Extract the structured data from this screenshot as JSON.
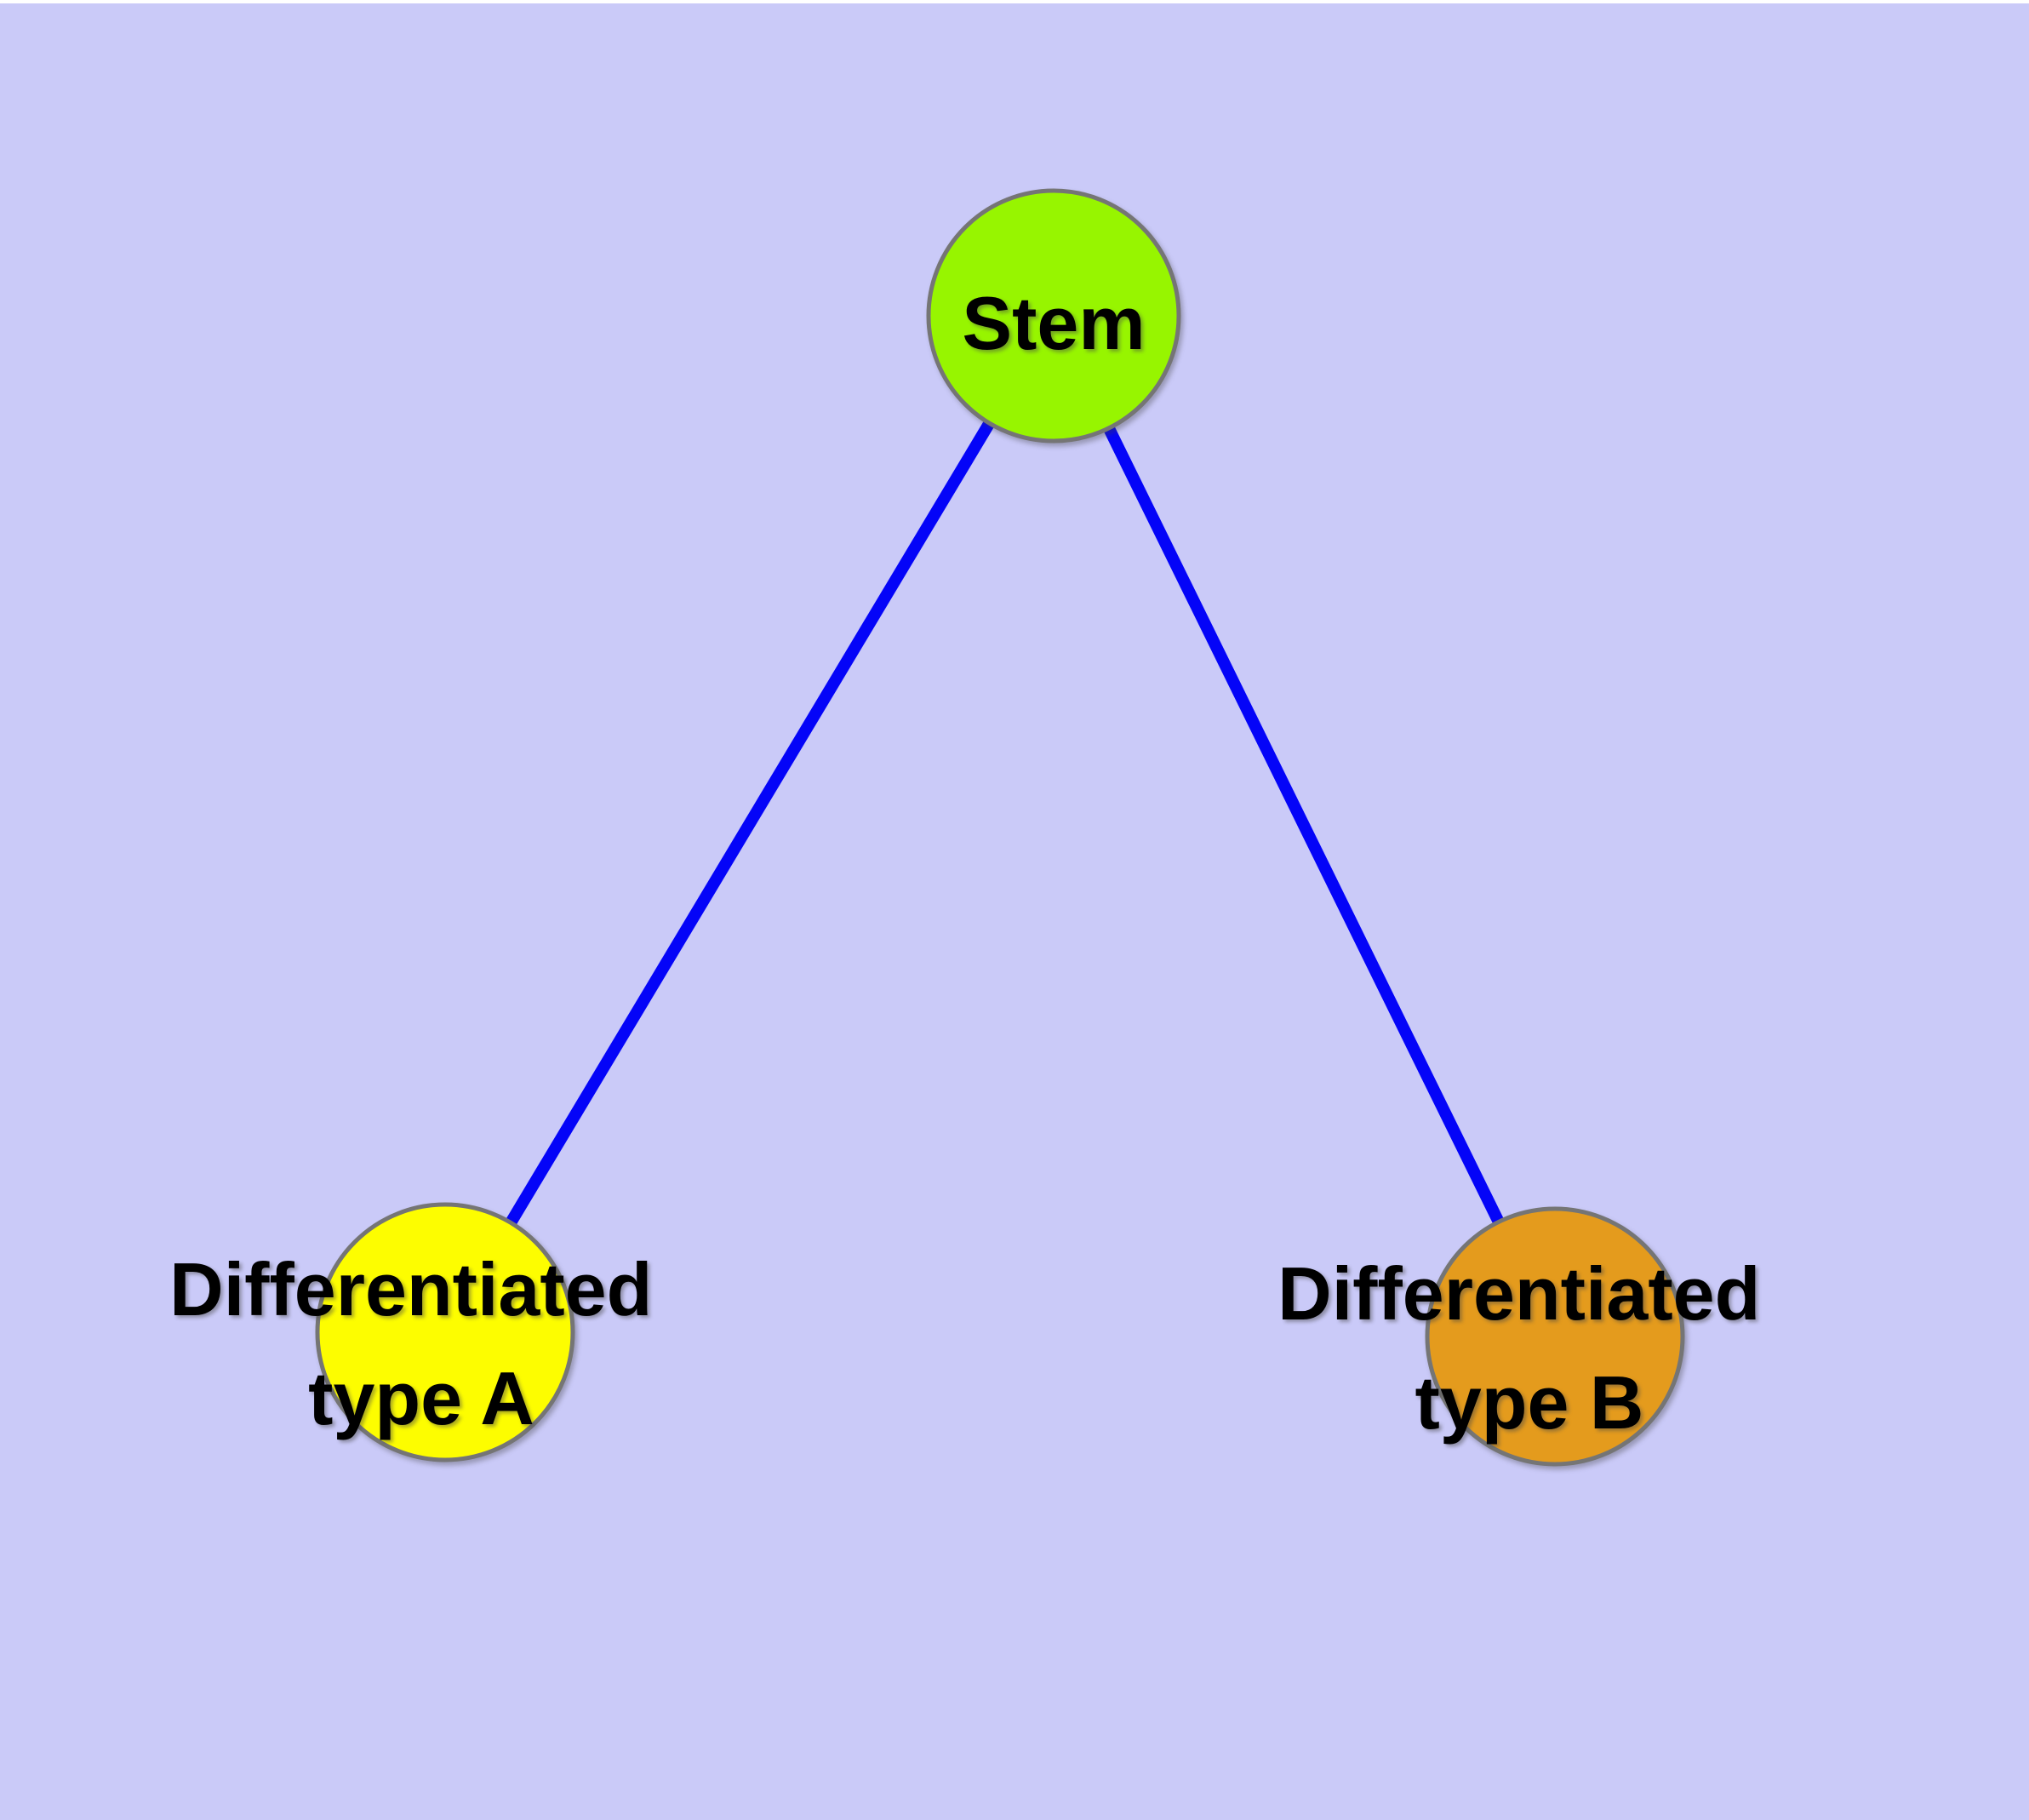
{
  "diagram": {
    "type": "graph",
    "background_color": "#cacaf8",
    "top_strip_color": "#ffffff",
    "edge_color": "#0404f8",
    "node_border_color": "#757575",
    "label_color": "#000000",
    "nodes": [
      {
        "id": "stem",
        "label": "Stem",
        "fill": "#97f500"
      },
      {
        "id": "differentiated-type-a",
        "label": "Differentiated type A",
        "label_line1": "Differentiated",
        "label_line2": "type A",
        "fill": "#fdfd00"
      },
      {
        "id": "differentiated-type-b",
        "label": "Differentiated type B",
        "label_line1": "Differentiated",
        "label_line2": "type B",
        "fill": "#e49b1d"
      }
    ],
    "edges": [
      {
        "from": "Stem",
        "to": "Differentiated type A"
      },
      {
        "from": "Stem",
        "to": "Differentiated type B"
      }
    ]
  }
}
